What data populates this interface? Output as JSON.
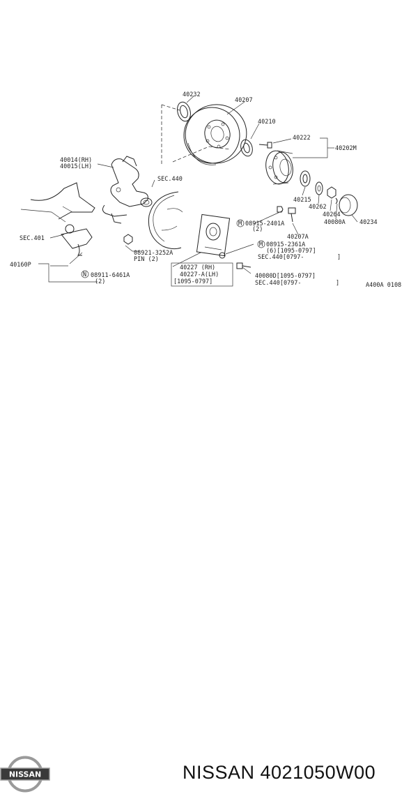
{
  "brand": {
    "logo_text": "NISSAN",
    "part_title": "NISSAN 4021050W00"
  },
  "drawing_code": "A400A 0108",
  "labels": {
    "p40232": "40232",
    "p40207": "40207",
    "p40210": "40210",
    "p40222": "40222",
    "p40202m": "40202M",
    "p40014": "40014(RH)",
    "p40015": "40015(LH)",
    "sec440": "SEC.440",
    "p40215": "40215",
    "p40262": "40262",
    "p40264": "40264",
    "p40080a": "40080A",
    "p40234": "40234",
    "sec401": "SEC.401",
    "p08915_2401a": "08915-2401A",
    "p08915_2401a_qty": "(2)",
    "p40207a": "40207A",
    "p08915_2361a": "08915-2361A",
    "p08915_2361a_date": "(6)[1095-0797]",
    "sec440_0797": "SEC.440[0797-",
    "p40160p": "40160P",
    "p08921_3252a": "08921-3252A",
    "pin2": "PIN (2)",
    "p40227_rh": "40227  (RH)",
    "p40227a_lh": "40227-A(LH)",
    "date_1095_0797": "[1095-0797]",
    "p08911_6461a": "08911-6461A",
    "p08911_6461a_qty": "(2)",
    "p40080d": "40080D[1095-0797]",
    "sec440_0797b": "SEC.440[0797-"
  },
  "circle_marks": {
    "n": "N",
    "m": "M"
  },
  "bracket_close": "]"
}
